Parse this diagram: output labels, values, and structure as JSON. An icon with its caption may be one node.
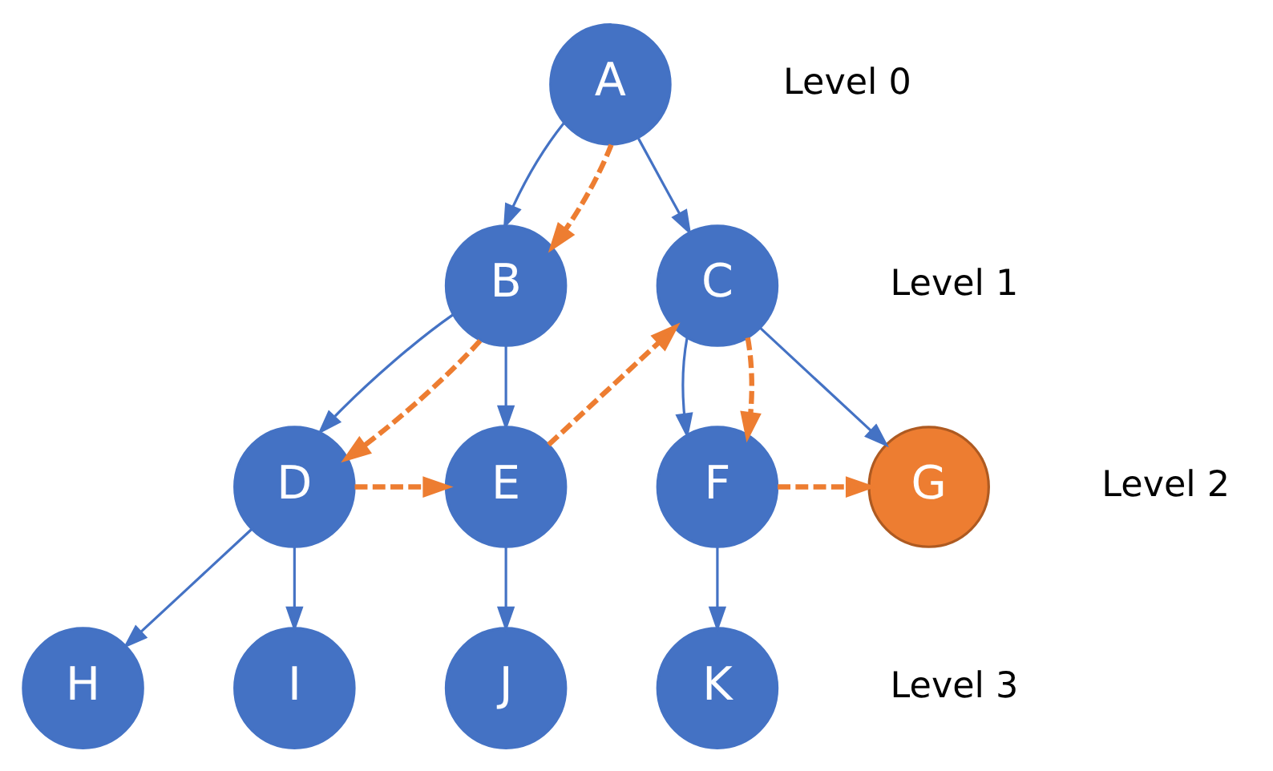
{
  "diagram": {
    "nodes": [
      {
        "text": [
          "A"
        ]
      },
      {
        "text": [
          "B"
        ]
      },
      {
        "text": [
          "C"
        ]
      },
      {
        "text": [
          "D"
        ]
      },
      {
        "text": [
          "E"
        ]
      },
      {
        "text": [
          "F"
        ]
      },
      {
        "text": [
          "G"
        ]
      },
      {
        "text": [
          "H"
        ]
      },
      {
        "text": [
          "I"
        ]
      },
      {
        "text": [
          "J"
        ]
      },
      {
        "text": [
          "K"
        ]
      }
    ],
    "edges": [
      {
        "from": 0,
        "to": 1,
        "arrow": "to"
      },
      {
        "from": 0,
        "to": 2,
        "arrow": "to"
      },
      {
        "from": 1,
        "to": 3,
        "arrow": "to"
      },
      {
        "from": 1,
        "to": 4,
        "arrow": "to"
      },
      {
        "from": 2,
        "to": 5,
        "arrow": "to"
      },
      {
        "from": 2,
        "to": 6,
        "arrow": "to"
      },
      {
        "from": 3,
        "to": 7,
        "arrow": "to"
      },
      {
        "from": 3,
        "to": 8,
        "arrow": "to"
      },
      {
        "from": 4,
        "to": 9,
        "arrow": "to"
      },
      {
        "from": 5,
        "to": 10,
        "arrow": "to"
      },
      {
        "from": 0,
        "to": 1,
        "arrow": "to",
        "style": "dashed",
        "color": "#ed7d31"
      },
      {
        "from": 1,
        "to": 3,
        "arrow": "to",
        "style": "dashed",
        "color": "#ed7d31"
      },
      {
        "from": 3,
        "to": 4,
        "arrow": "to",
        "style": "dashed",
        "color": "#ed7d31"
      },
      {
        "from": 4,
        "to": 2,
        "arrow": "to",
        "style": "dashed",
        "color": "#ed7d31"
      },
      {
        "from": 2,
        "to": 5,
        "arrow": "to",
        "style": "dashed",
        "color": "#ed7d31"
      },
      {
        "from": 5,
        "to": 6,
        "arrow": "to",
        "style": "dashed",
        "color": "#ed7d31"
      }
    ],
    "labels": [
      "Level 0",
      "Level 1",
      "Level 2",
      "Level 3"
    ]
  }
}
